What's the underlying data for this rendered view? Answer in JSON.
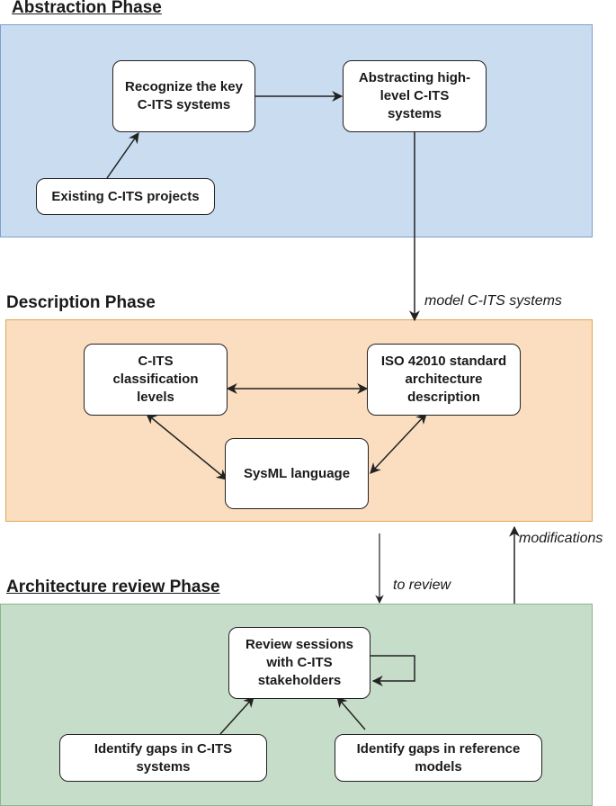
{
  "phases": {
    "abstraction": {
      "title": "Abstraction Phase",
      "nodes": {
        "recognize": "Recognize the key\nC-ITS systems",
        "abstracting": "Abstracting high-\nlevel C-ITS\nsystems",
        "existing": "Existing C-ITS projects"
      }
    },
    "description": {
      "title": "Description Phase",
      "nodes": {
        "classification": "C-ITS\nclassification\nlevels",
        "iso": "ISO 42010 standard\narchitecture\ndescription",
        "sysml": "SysML language"
      }
    },
    "review": {
      "title": "Architecture review Phase",
      "nodes": {
        "sessions": "Review sessions\nwith C-ITS\nstakeholders",
        "gaps_systems": "Identify gaps in C-ITS\nsystems",
        "gaps_models": "Identify gaps in reference\nmodels"
      }
    }
  },
  "edge_labels": {
    "model": "model C-ITS systems",
    "to_review": "to review",
    "modifications": "modifications"
  },
  "colors": {
    "abstraction_fill": "#cadcf0",
    "description_fill": "#fbddc0",
    "review_fill": "#c6ddc9"
  }
}
